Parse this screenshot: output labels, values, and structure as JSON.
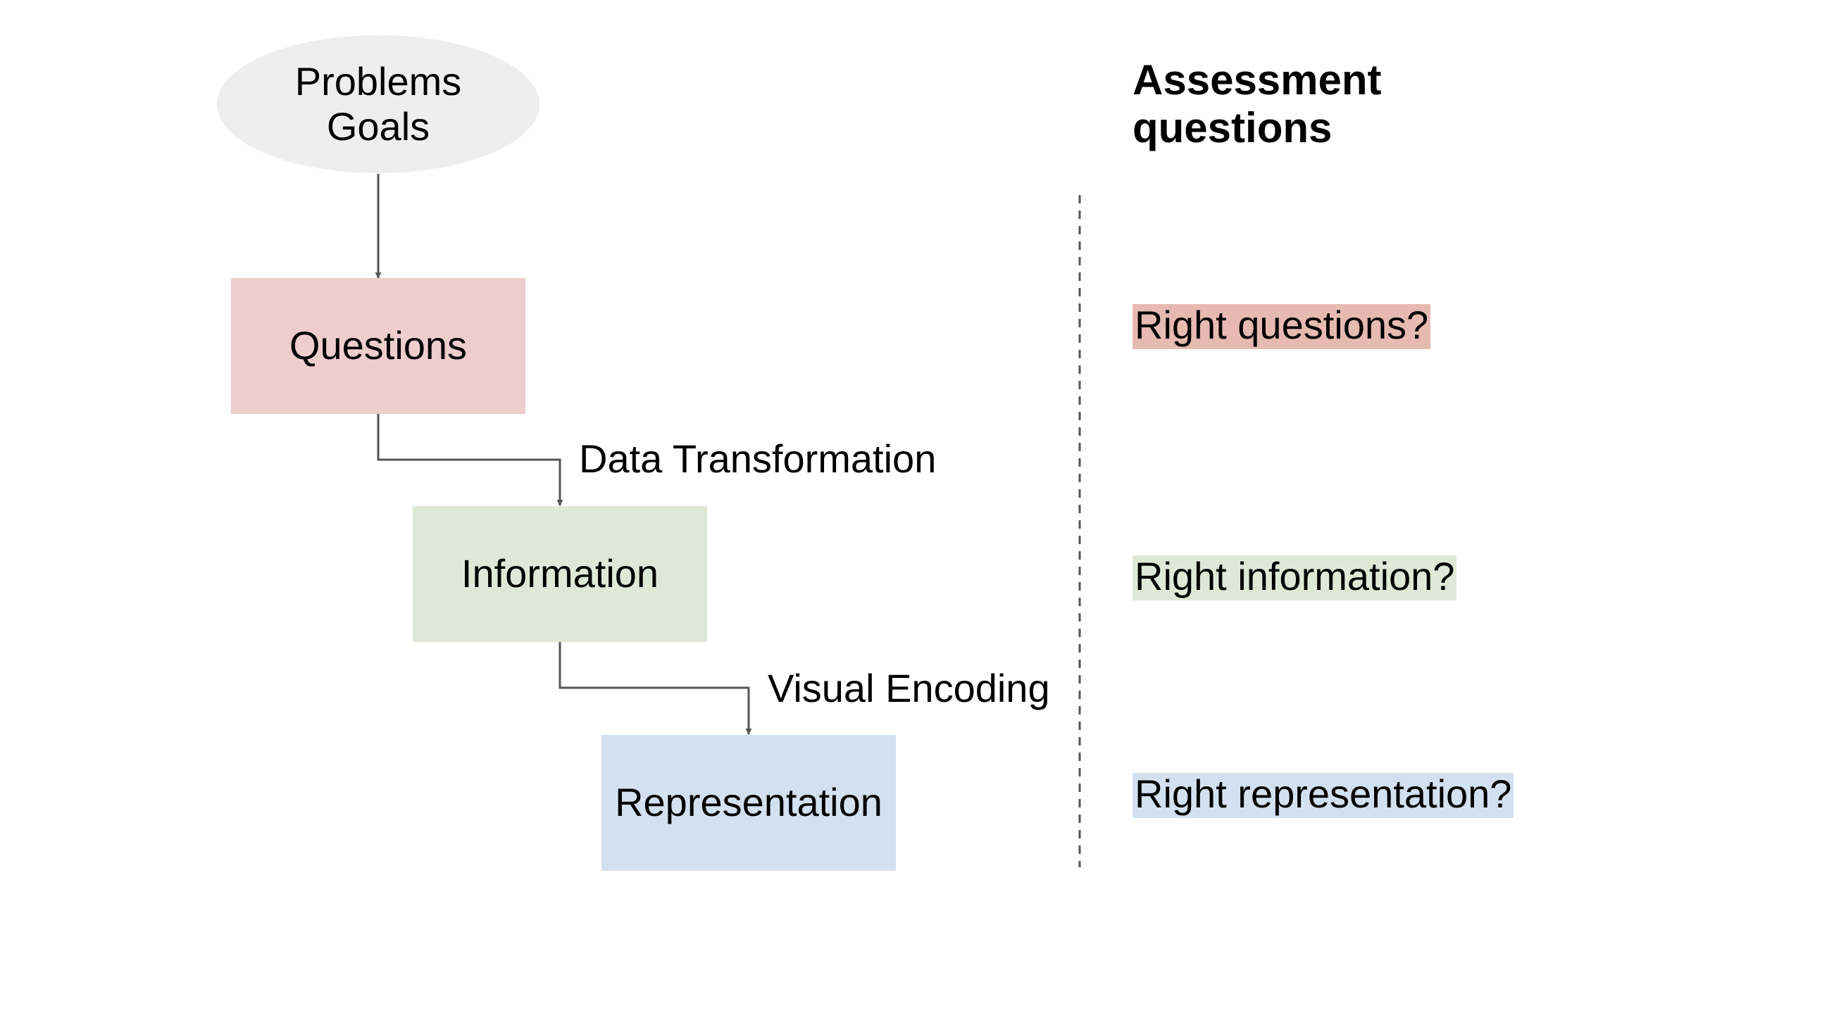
{
  "diagram": {
    "start_node": {
      "lines": [
        "Problems",
        "Goals"
      ],
      "fill": "#eeeeee"
    },
    "nodes": [
      {
        "id": "questions",
        "label": "Questions",
        "fill": "#eecdcd"
      },
      {
        "id": "information",
        "label": "Information",
        "fill": "#dfe8d6"
      },
      {
        "id": "representation",
        "label": "Representation",
        "fill": "#d3e0f0"
      }
    ],
    "edge_labels": {
      "questions_to_information": "Data Transformation",
      "information_to_representation": "Visual Encoding"
    },
    "connector_color": "#555555",
    "divider_color": "#555555"
  },
  "assessment": {
    "title_lines": [
      "Assessment",
      "questions"
    ],
    "items": [
      {
        "text": "Right questions?",
        "highlight": "#e6bab0"
      },
      {
        "text": "Right information?",
        "highlight": "#dfe8d6"
      },
      {
        "text": "Right representation?",
        "highlight": "#d3e0f0"
      }
    ]
  }
}
